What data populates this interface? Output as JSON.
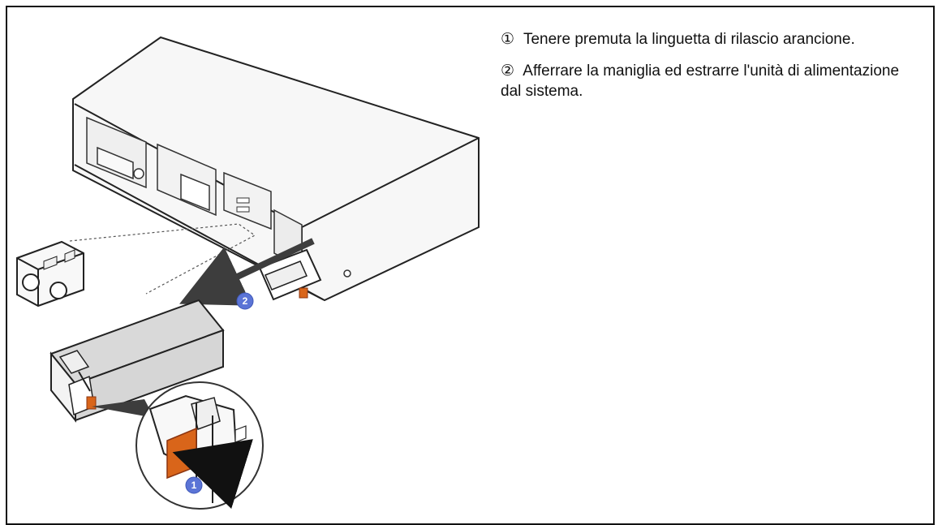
{
  "colors": {
    "orange_tab": "#d9651a",
    "callout_blue": "#5b74d6",
    "arrow_gray": "#3d3d3d",
    "housing_gray": "#d9d9d9"
  },
  "callouts": {
    "one": "1",
    "two": "2"
  },
  "steps": [
    {
      "marker": "①",
      "text": "Tenere premuta la linguetta di rilascio arancione."
    },
    {
      "marker": "②",
      "text": "Afferrare la maniglia ed estrarre l'unità di alimentazione dal sistema."
    }
  ]
}
